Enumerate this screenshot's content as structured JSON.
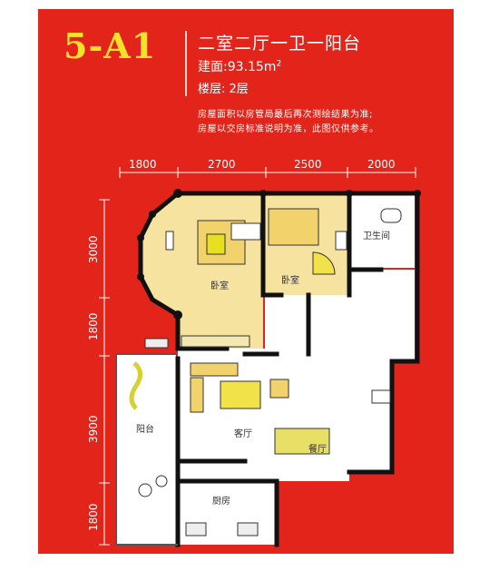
{
  "header": {
    "model": "5-A1",
    "layout": "二室二厅一卫一阳台",
    "area_label": "建面:",
    "area_value": "93.15m",
    "area_sup": "2",
    "floor": "楼层: 2层",
    "note_line1": "房屋面积以房管局最后再次测绘结果为准;",
    "note_line2": "房屋以交房标准说明为准，此图仅供参考。"
  },
  "dimensions": {
    "top": [
      "1800",
      "2700",
      "2500",
      "2000"
    ],
    "left": [
      "3000",
      "1800",
      "3900",
      "1800"
    ]
  },
  "rooms": {
    "bedroom_main": "卧室",
    "bedroom_second": "卧室",
    "bathroom": "卫生间",
    "balcony": "阳台",
    "living": "客厅",
    "dining": "餐厅",
    "kitchen": "厨房"
  },
  "colors": {
    "background": "#e3241b",
    "title": "#f3e12c",
    "floor_bedroom": "#f7e3a0",
    "floor_other": "#ffffff",
    "wall": "#111111"
  }
}
